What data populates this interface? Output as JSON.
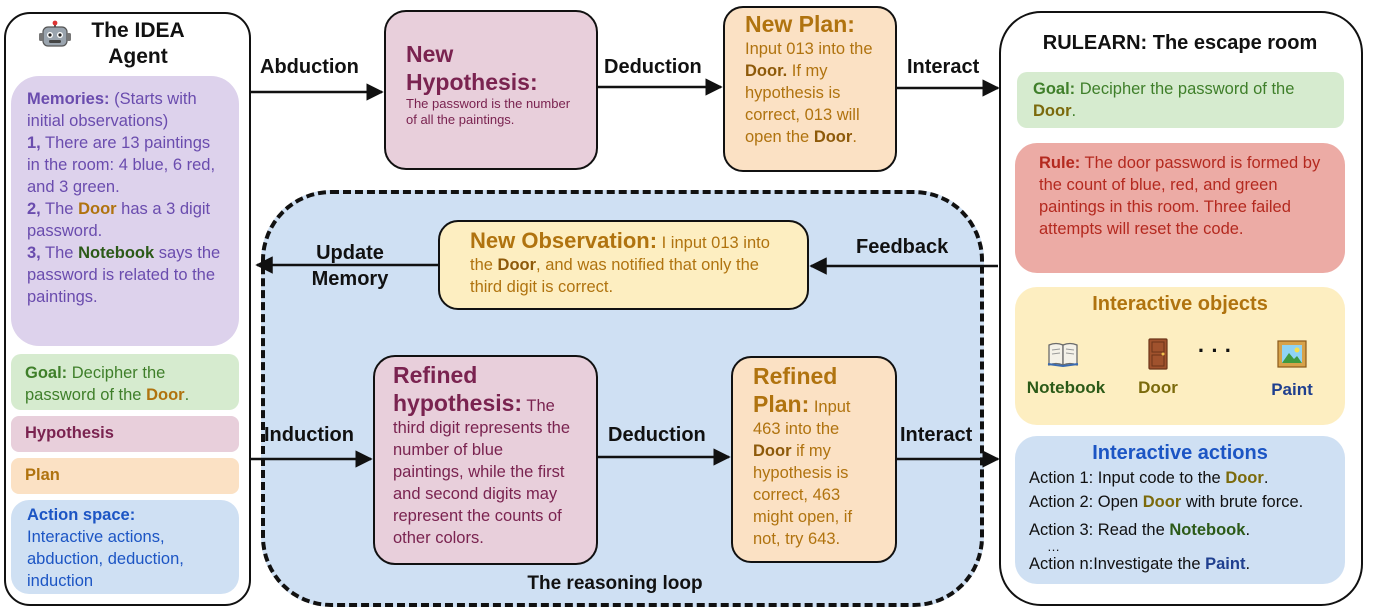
{
  "agent": {
    "title_line1": "The IDEA",
    "title_line2": "Agent",
    "icon": "robot-icon",
    "memories": {
      "heading": "Memories:",
      "intro": " (Starts with initial observations)",
      "item1_num": "1,",
      "item1_text": " There are 13 paintings in the room: 4 blue, 6 red, and 3 green.",
      "item2_num": "2,",
      "item2_pre": " The ",
      "item2_keyword": "Door",
      "item2_post": " has a 3 digit password.",
      "item3_num": "3,",
      "item3_pre": " The ",
      "item3_keyword": "Notebook",
      "item3_post": " says the password is related to the paintings."
    },
    "goal": {
      "heading": "Goal:",
      "pre": " Decipher the password of the ",
      "keyword": "Door",
      "post": "."
    },
    "hypothesis_label": "Hypothesis",
    "plan_label": "Plan",
    "action_space": {
      "heading": "Action space:",
      "text": "Interactive actions, abduction, deduction, induction"
    }
  },
  "flow": {
    "abduction": "Abduction",
    "deduction_top": "Deduction",
    "interact_top": "Interact",
    "update_line1": "Update",
    "update_line2": "Memory",
    "feedback": "Feedback",
    "induction": "Induction",
    "deduction_bottom": "Deduction",
    "interact_bottom": "Interact",
    "loop_label": "The reasoning loop"
  },
  "new_hypothesis": {
    "heading_line1": "New",
    "heading_line2": "Hypothesis:",
    "text": "The password is the number of all the paintings."
  },
  "new_plan": {
    "heading": "New Plan:",
    "pre": "Input 013 into the ",
    "keyword1": "Door.",
    "mid": " If my hypothesis is correct, 013 will open the ",
    "keyword2": "Door",
    "post": "."
  },
  "new_observation": {
    "heading": "New Observation:",
    "pre": " I input 013 into the ",
    "keyword": "Door",
    "post": ", and was notified that only the third digit is correct."
  },
  "refined_hypothesis": {
    "heading_line1": "Refined",
    "heading_line2": "hypothesis:",
    "text": " The third digit represents the number of blue paintings, while the first and second digits may represent the counts of other colors."
  },
  "refined_plan": {
    "heading_line1": "Refined",
    "heading_line2": "Plan:",
    "pre": " Input 463 into the ",
    "keyword": "Door",
    "post": " if my hypothesis is correct, 463 might open, if not, try 643."
  },
  "escape_room": {
    "title": "RULEARN: The escape room",
    "goal": {
      "heading": "Goal:",
      "pre": " Decipher the password of the ",
      "keyword": "Door",
      "post": "."
    },
    "rule": {
      "heading": "Rule:",
      "text": " The door password is formed by the count of blue, red, and green paintings in this room. Three failed attempts will reset the code."
    },
    "objects": {
      "heading": "Interactive objects",
      "items": [
        {
          "icon": "notebook-icon",
          "label": "Notebook"
        },
        {
          "icon": "door-icon",
          "label": "Door"
        },
        {
          "icon": "ellipsis",
          "label": "· · ·"
        },
        {
          "icon": "painting-icon",
          "label": "Paint"
        }
      ]
    },
    "actions": {
      "heading": "Interactive actions",
      "a1_pre": "Action 1: Input code to the ",
      "a1_kw": "Door",
      "a1_post": ".",
      "a2_pre": "Action 2: Open ",
      "a2_kw": "Door",
      "a2_post": " with brute force.",
      "a3_pre": "Action 3: Read the ",
      "a3_kw": "Notebook",
      "a3_post": ".",
      "dots": "…",
      "an_pre": "Action n:Investigate the ",
      "an_kw": "Paint",
      "an_post": "."
    }
  },
  "colors": {
    "purple_box": "#ddd2ec",
    "green_box": "#d6ebcf",
    "maroon_box": "#e8cfdb",
    "orange_box": "#fbe1c4",
    "blue_box": "#cfe0f3",
    "yellow_box": "#fdeec1",
    "red_box": "#ecaba5",
    "loop_bg": "#cfe0f3"
  }
}
